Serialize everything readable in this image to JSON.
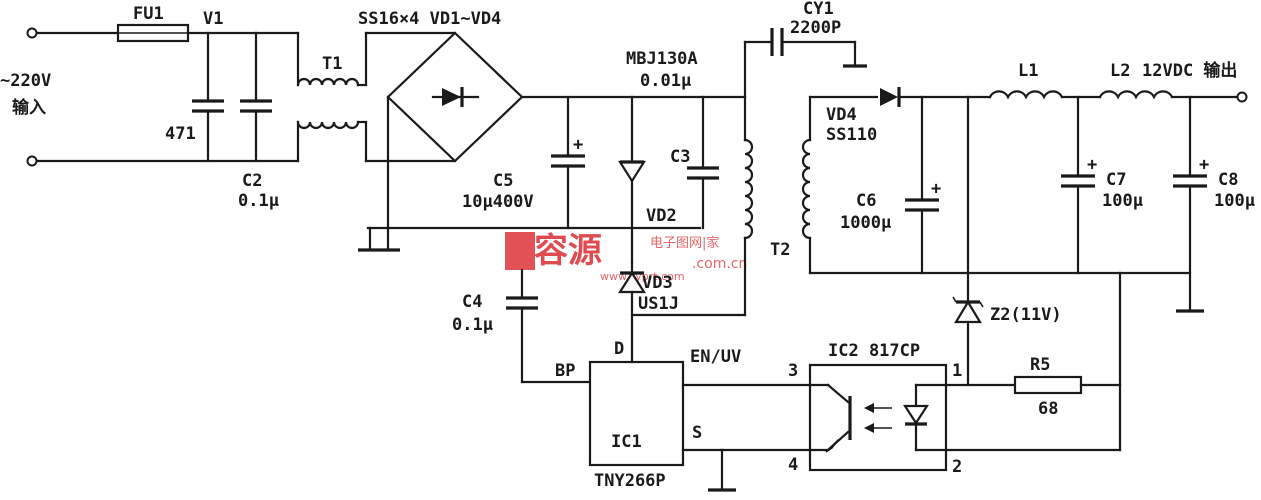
{
  "labels": {
    "fu1": "FU1",
    "v1": "V1",
    "input_voltage": "~220V",
    "input_word": "输入",
    "c471": "471",
    "t1": "T1",
    "c2_name": "C2",
    "c2_value": "0.1μ",
    "bridge": "SS16×4 VD1~VD4",
    "c5_name": "C5",
    "c5_value": "10μ400V",
    "mbj": "MBJ130A",
    "c3_value": "0.01μ",
    "c3_name": "C3",
    "vd2": "VD2",
    "vd3": "VD3",
    "us1j": "US1J",
    "t2": "T2",
    "cy1": "CY1",
    "cy1_value": "2200P",
    "vd4": "VD4",
    "ss110": "SS110",
    "c6_name": "C6",
    "c6_value": "1000μ",
    "l1": "L1",
    "l2": "L2",
    "output": "12VDC 输出",
    "c7_name": "C7",
    "c7_value": "100μ",
    "c8_name": "C8",
    "c8_value": "100μ",
    "c4_name": "C4",
    "c4_value": "0.1μ",
    "bp": "BP",
    "d": "D",
    "en_uv": "EN/UV",
    "ic1": "IC1",
    "s": "S",
    "tny": "TNY266P",
    "ic2": "IC2 817CP",
    "pin1": "1",
    "pin2": "2",
    "pin3": "3",
    "pin4": "4",
    "z2": "Z2(11V)",
    "r5": "R5",
    "r5_value": "68"
  },
  "watermark": {
    "brand": "容源",
    "brand_sub": "电子图网|家",
    "domain1": ".com.cn",
    "domain2": "www.zyprt.com",
    "color": "#d9252a"
  }
}
